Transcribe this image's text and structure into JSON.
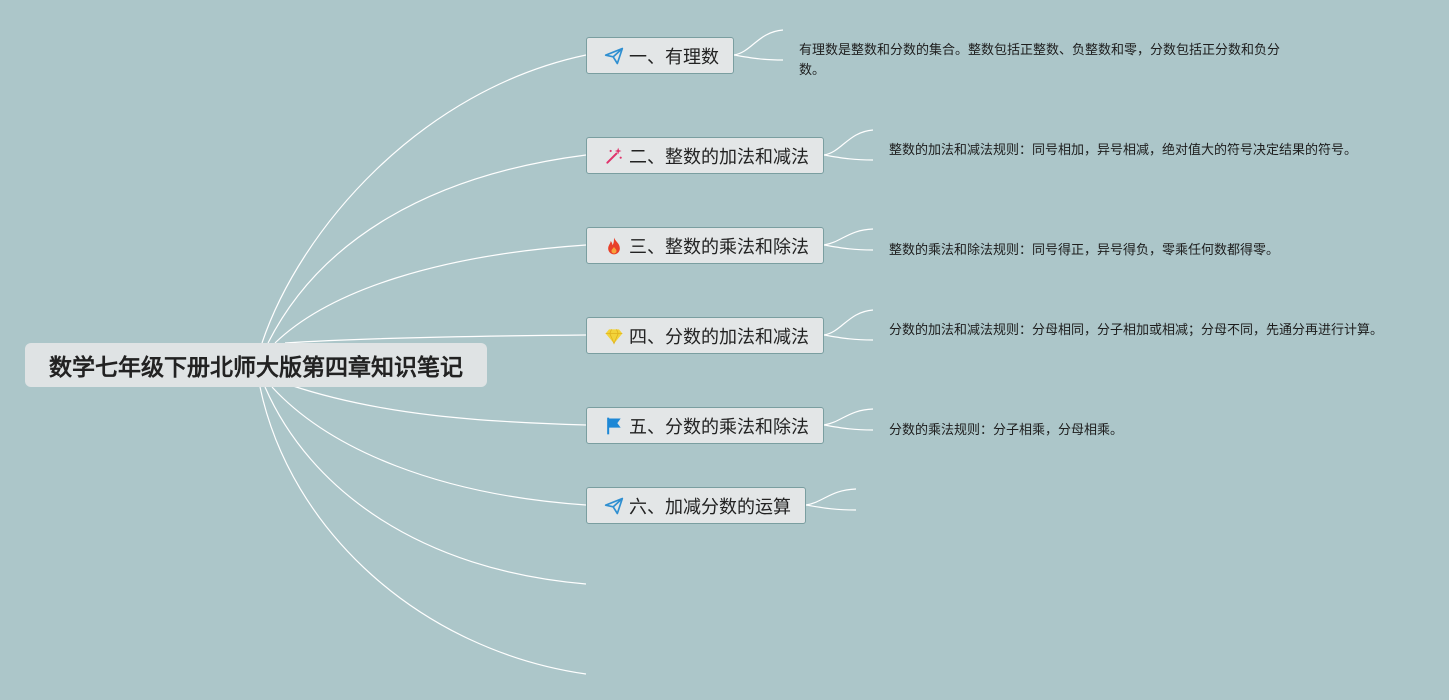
{
  "root": {
    "title": "数学七年级下册北师大版第四章知识笔记"
  },
  "topics": [
    {
      "label": "一、有理数",
      "icon": "paper-plane-icon",
      "note": "有理数是整数和分数的集合。整数包括正整数、负整数和零，分数包括正分数和负分数。"
    },
    {
      "label": "二、整数的加法和减法",
      "icon": "magic-wand-icon",
      "note": "整数的加法和减法规则：同号相加，异号相减，绝对值大的符号决定结果的符号。"
    },
    {
      "label": "三、整数的乘法和除法",
      "icon": "fire-icon",
      "note": "整数的乘法和除法规则：同号得正，异号得负，零乘任何数都得零。"
    },
    {
      "label": "四、分数的加法和减法",
      "icon": "gem-icon",
      "note": "分数的加法和减法规则：分母相同，分子相加或相减；分母不同，先通分再进行计算。"
    },
    {
      "label": "五、分数的乘法和除法",
      "icon": "flag-icon",
      "note": "分数的乘法规则：分子相乘，分母相乘。"
    },
    {
      "label": "六、加减分数的运算",
      "icon": "paper-plane-icon",
      "note": ""
    }
  ],
  "colors": {
    "background": "#acc6c9",
    "edge": "#ffffff",
    "topic_fill": "#e3e6e7",
    "topic_border": "#7a9ea0",
    "paper_plane": "#2f8fd1",
    "magic_wand": "#e0336b",
    "fire": "#e8402a",
    "gem": "#f2d33a",
    "flag": "#1e88d6"
  }
}
